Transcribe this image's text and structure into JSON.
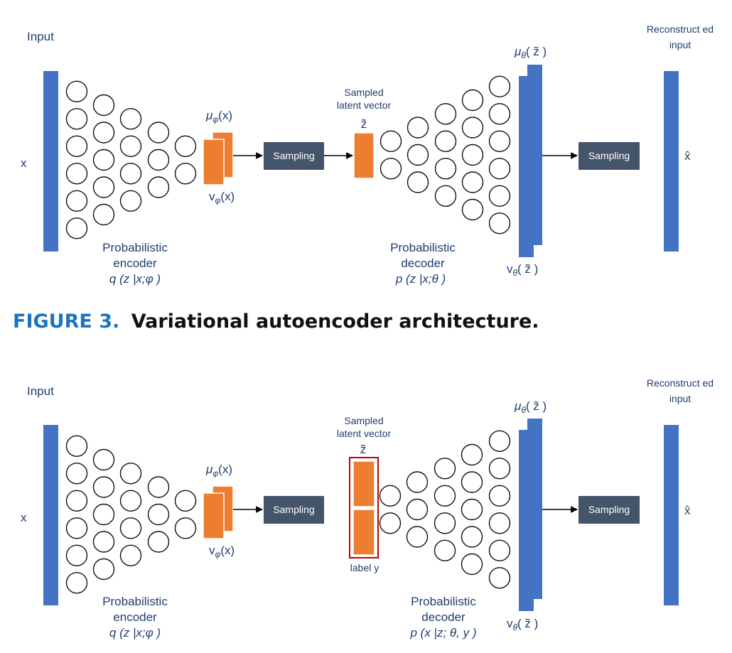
{
  "diagram1": {
    "input_title": "Input",
    "input_symbol": "x",
    "mu_label": "μ",
    "mu_sub": "φ",
    "mu_arg": "(x)",
    "v_label": "v",
    "v_sub": "φ",
    "v_arg": "(x)",
    "sampling_1": "Sampling",
    "latent_line1": "Sampled",
    "latent_line2": "latent vector",
    "latent_symbol": "z̃",
    "dec_mu_label": "μ",
    "dec_mu_sub": "θ",
    "dec_mu_arg": "( z̃ )",
    "dec_v_label": "v",
    "dec_v_sub": "θ",
    "dec_v_arg": "( z̃ )",
    "sampling_2": "Sampling",
    "recon_line1": "Reconstruct ed",
    "recon_line2": "input",
    "recon_symbol": "x̂",
    "encoder_line1": "Probabilistic",
    "encoder_line2": "encoder",
    "encoder_formula": "q (z |x;φ )",
    "decoder_line1": "Probabilistic",
    "decoder_line2": "decoder",
    "decoder_formula": "p (z |x;θ )"
  },
  "caption": {
    "number": "FIGURE 3.",
    "text": "Variational autoencoder architecture."
  },
  "diagram2": {
    "input_title": "Input",
    "input_symbol": "x",
    "mu_label": "μ",
    "mu_sub": "φ",
    "mu_arg": "(x)",
    "v_label": "v",
    "v_sub": "φ",
    "v_arg": "(x)",
    "sampling_1": "Sampling",
    "latent_line1": "Sampled",
    "latent_line2": "latent vector",
    "latent_symbol": "z̃",
    "label_text": "label y",
    "dec_mu_label": "μ",
    "dec_mu_sub": "θ",
    "dec_mu_arg": "( z̃ )",
    "dec_v_label": "v",
    "dec_v_sub": "θ",
    "dec_v_arg": "( z̃ )",
    "sampling_2": "Sampling",
    "recon_line1": "Reconstruct ed",
    "recon_line2": "input",
    "recon_symbol": "x̂",
    "encoder_line1": "Probabilistic",
    "encoder_line2": "encoder",
    "encoder_formula": "q (z |x;φ )",
    "decoder_line1": "Probabilistic",
    "decoder_line2": "decoder",
    "decoder_formula": "p (x |z; θ, y )"
  },
  "colors": {
    "bar_blue": "#4472c4",
    "latent_orange": "#ed7d31",
    "sampling_grey": "#44546a",
    "label_blue": "#1f3e6e",
    "caption_blue": "#1e73be",
    "label_box_red": "#c00000"
  }
}
